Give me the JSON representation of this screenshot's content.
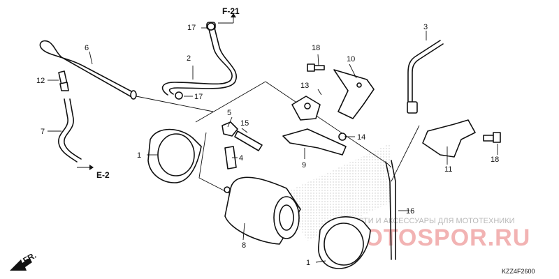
{
  "callouts": {
    "c1a": "1",
    "c1b": "1",
    "c2": "2",
    "c3": "3",
    "c4": "4",
    "c5": "5",
    "c6": "6",
    "c7": "7",
    "c8": "8",
    "c9": "9",
    "c10": "10",
    "c11": "11",
    "c12": "12",
    "c13": "13",
    "c14": "14",
    "c15": "15",
    "c16": "16",
    "c17a": "17",
    "c17b": "17",
    "c18a": "18",
    "c18b": "18"
  },
  "refs": {
    "f21": "F-21",
    "e2": "E-2",
    "fr": "FR."
  },
  "diagram_code": "KZZ4F2600",
  "watermark": {
    "caption": "ЧАСТИ И АКСЕССУАРЫ ДЛЯ МОТОТЕХНИКИ",
    "logo": "MOTOSPOR.RU"
  },
  "colors": {
    "line": "#111111",
    "watermark_text": "#b8b8b8",
    "watermark_logo": "#f2b3b3"
  }
}
